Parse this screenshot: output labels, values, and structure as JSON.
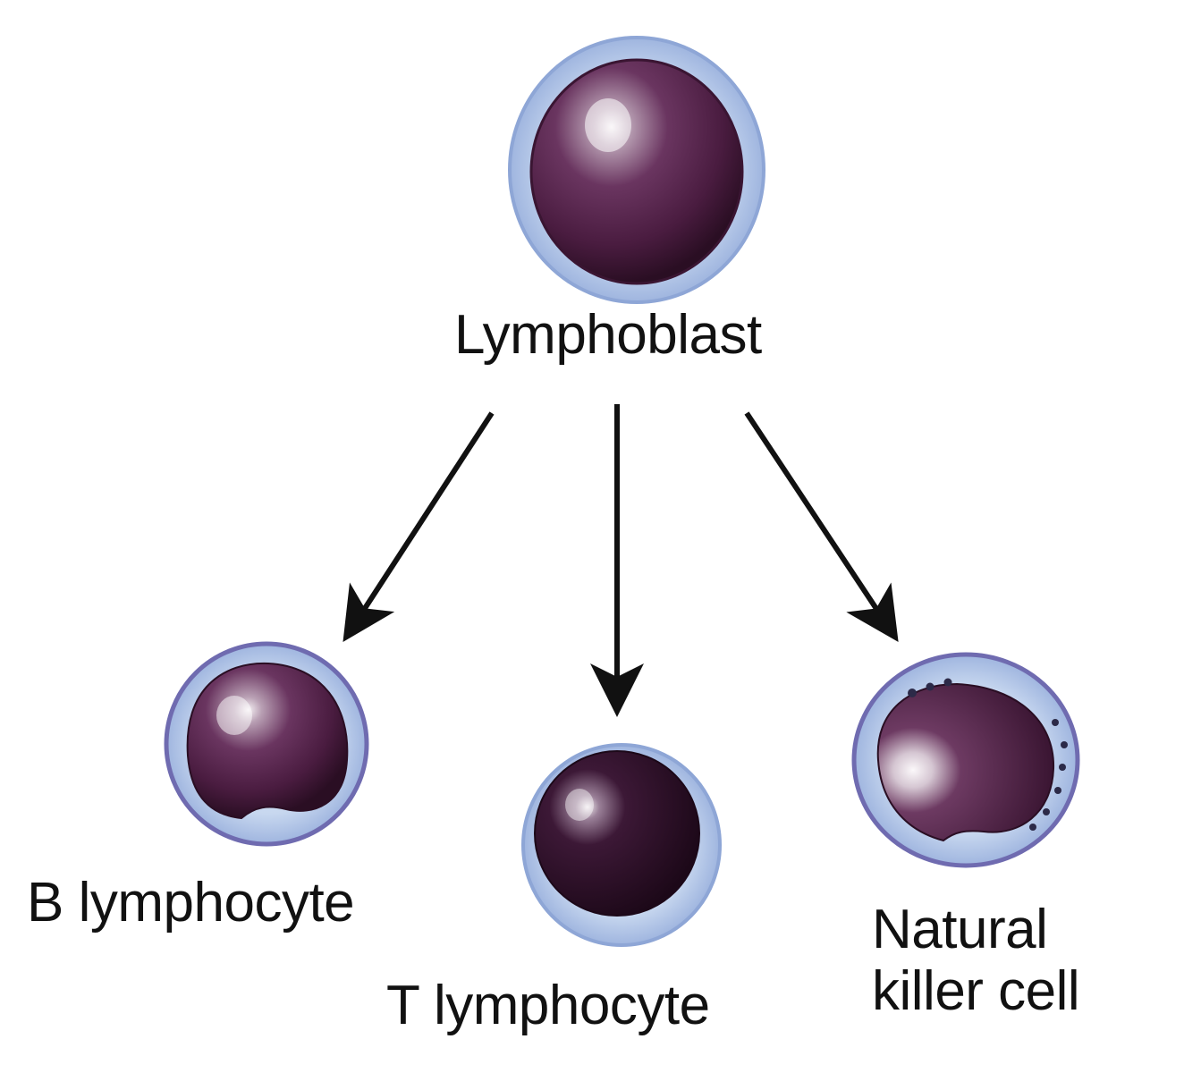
{
  "labels": {
    "lymphoblast": "Lymphoblast",
    "b_lymphocyte": "B lymphocyte",
    "t_lymphocyte": "T lymphocyte",
    "nk_line1": "Natural",
    "nk_line2": "killer cell"
  },
  "colors": {
    "background": "#ffffff",
    "text": "#111111",
    "arrow": "#111111",
    "cytoplasm": "#b9cde9",
    "cytoplasm_edge": "#8ea6d6",
    "membrane": "#6f6bb0",
    "nucleus_light": "#a7889f",
    "nucleus_mid": "#5a2a4e",
    "nucleus_dark": "#2a0e23",
    "granules": "#2c2a48"
  }
}
